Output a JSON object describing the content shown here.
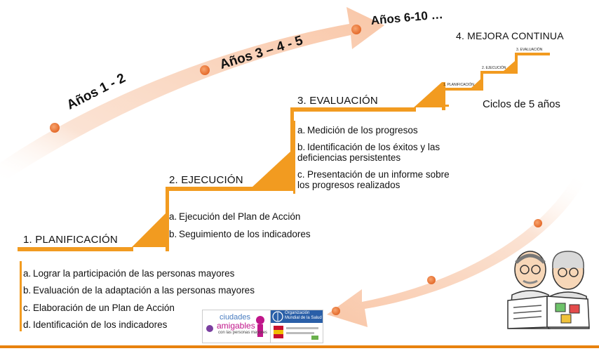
{
  "timeline": {
    "years_1": "Años  1 - 2",
    "years_2": "Años  3 – 4 - 5",
    "years_3": "Años 6-10 …"
  },
  "phases": [
    {
      "title": "1. PLANIFICACIÓN",
      "items": [
        {
          "letter": "a.",
          "text": "Lograr la participación de las personas mayores"
        },
        {
          "letter": "b.",
          "text": "Evaluación de la adaptación a las personas mayores"
        },
        {
          "letter": "c.",
          "text": "Elaboración de un Plan de Acción"
        },
        {
          "letter": "d.",
          "text": "Identificación de los indicadores"
        }
      ]
    },
    {
      "title": "2. EJECUCIÓN",
      "items": [
        {
          "letter": "a.",
          "text": "Ejecución del Plan de Acción"
        },
        {
          "letter": "b.",
          "text": "Seguimiento de los indicadores"
        }
      ]
    },
    {
      "title": "3. EVALUACIÓN",
      "items": [
        {
          "letter": "a.",
          "text": "Medición de los progresos"
        },
        {
          "letter": "b.",
          "text": "Identificación de los éxitos y las deficiencias persistentes"
        },
        {
          "letter": "c.",
          "text": "Presentación de un informe sobre los progresos realizados"
        }
      ]
    },
    {
      "title": "4. MEJORA CONTINUA",
      "items": []
    }
  ],
  "mini_stairs": {
    "step1": "1. PLANIFICACIÓN",
    "step2": "2. EJECUCIÓN",
    "step3": "3. EVALUACIÓN"
  },
  "cycles_label": "Ciclos de 5 años",
  "logos": {
    "ciudades_1": "ciudades",
    "ciudades_2": "amigables",
    "ciudades_3": "con las personas mayores",
    "who_1": "Organización",
    "who_2": "Mundial de la Salud"
  },
  "colors": {
    "orange": "#f29b20",
    "orange_dark": "#e8820e",
    "arrow_light": "#fbe0cf",
    "dot": "#f08a4b"
  },
  "icons": [
    "elderly-couple-reading-illustration",
    "ciudades-amigables-logo",
    "who-logo"
  ]
}
